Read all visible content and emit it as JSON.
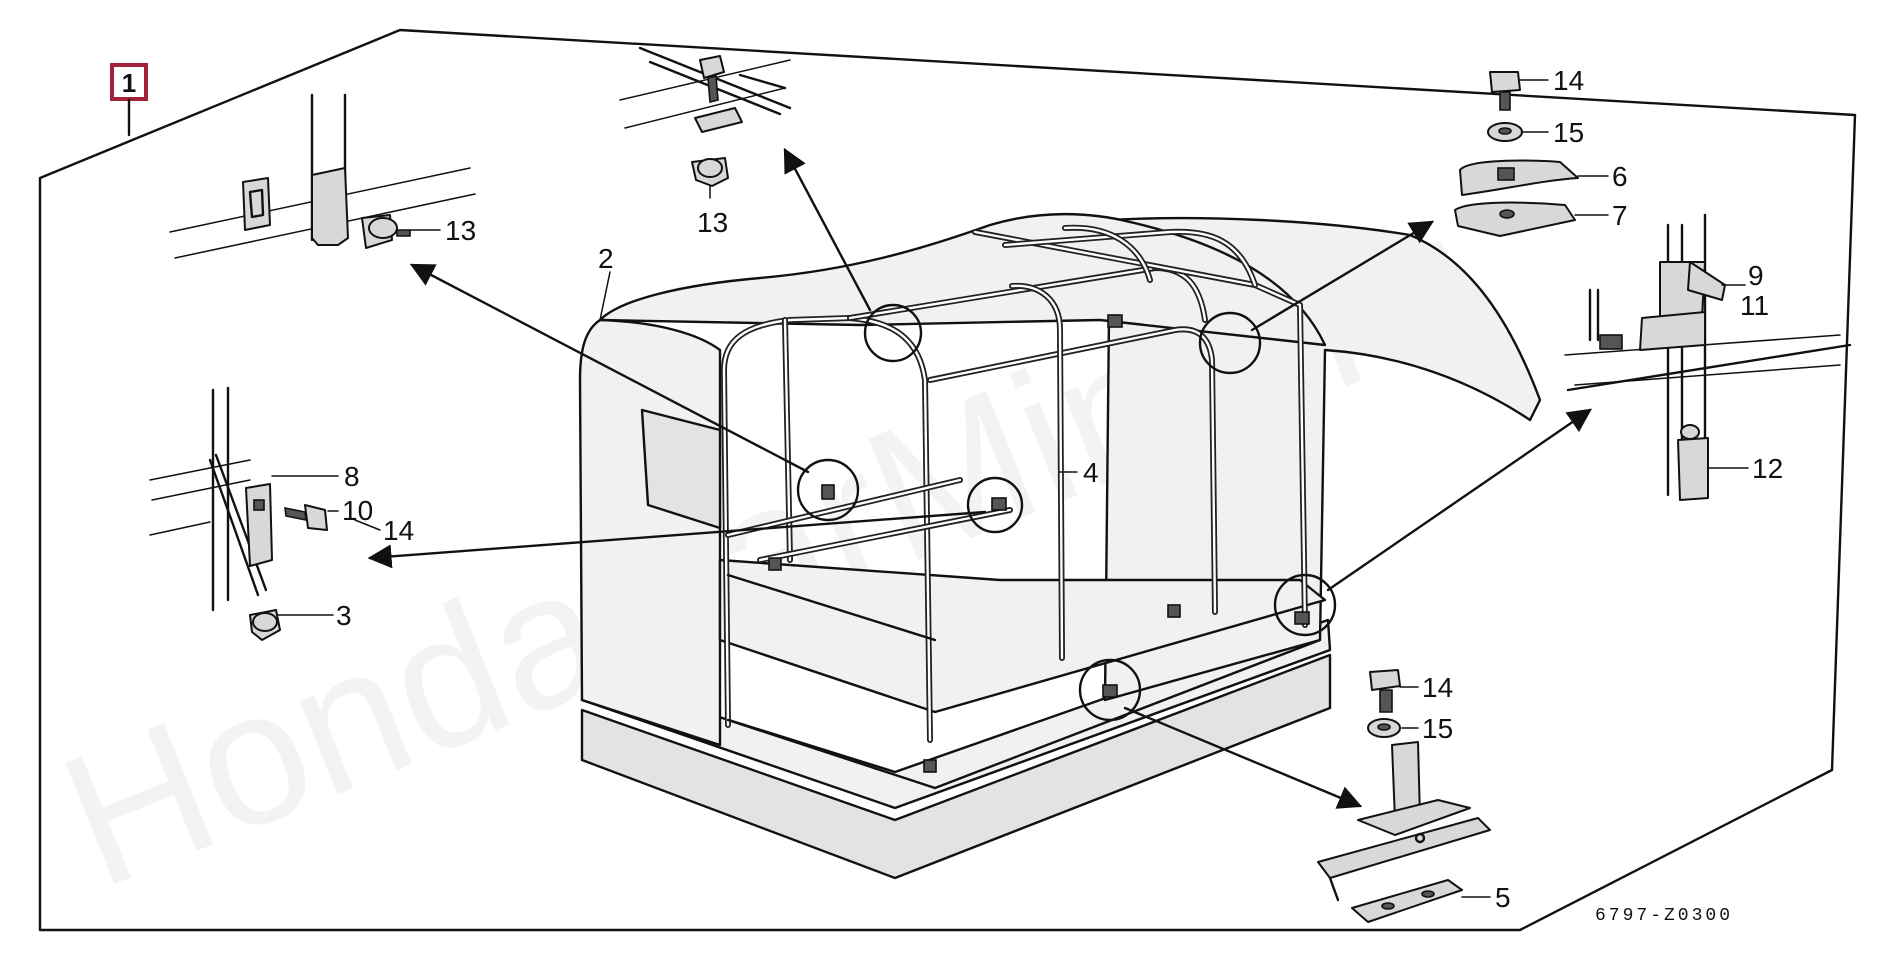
{
  "watermark": "HondaCarMine.ru",
  "diagram_code": "6797-Z0300",
  "assembly_label": "1",
  "colors": {
    "assembly_box": "#a0233a",
    "line": "#111111"
  },
  "callouts": {
    "p2": "2",
    "p3": "3",
    "p4": "4",
    "p5": "5",
    "p6": "6",
    "p7": "7",
    "p8": "8",
    "p9": "9",
    "p10": "10",
    "p11": "11",
    "p12": "12",
    "p13a": "13",
    "p13b": "13",
    "p14a": "14",
    "p14b": "14",
    "p14c": "14",
    "p15a": "15",
    "p15b": "15"
  }
}
